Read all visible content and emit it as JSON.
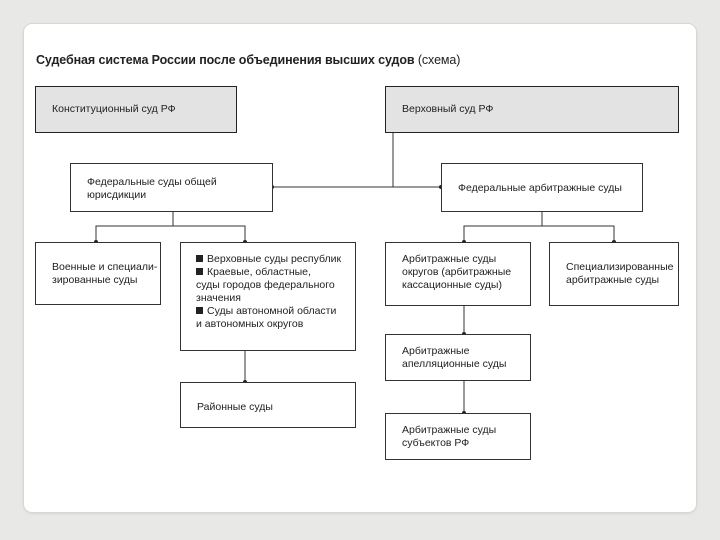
{
  "title": {
    "bold": "Судебная система России после объединения высших судов",
    "normal": " (схема)"
  },
  "boxes": {
    "constitutional": [
      "Конституционный суд РФ"
    ],
    "supreme": [
      "Верховный суд РФ"
    ],
    "federal_general": [
      "Федеральные суды общей",
      "юрисдикции"
    ],
    "federal_arbitration": [
      "Федеральные арбитражные суды"
    ],
    "military": [
      "Военные и специали-",
      "зированные суды"
    ],
    "regional": {
      "items": [
        {
          "bullet": true,
          "text": "Верховные суды республик"
        },
        {
          "bullet": true,
          "text": "Краевые, областные,"
        },
        {
          "bullet": false,
          "text": "суды городов федерального"
        },
        {
          "bullet": false,
          "text": "значения"
        },
        {
          "bullet": true,
          "text": "Суды автономной области"
        },
        {
          "bullet": false,
          "text": "и автономных округов"
        }
      ]
    },
    "district": [
      "Районные суды"
    ],
    "arbitration_districts": [
      "Арбитражные суды",
      "округов (арбитражные",
      "кассационные суды)"
    ],
    "specialized_arbitration": [
      "Специализированные",
      "арбитражные суды"
    ],
    "arbitration_appeal": [
      "Арбитражные",
      "апелляционные суды"
    ],
    "arbitration_subjects": [
      "Арбитражные суды",
      "субъектов РФ"
    ]
  },
  "colors": {
    "shaded_fill": "#e3e3e3",
    "stroke": "#333333"
  }
}
